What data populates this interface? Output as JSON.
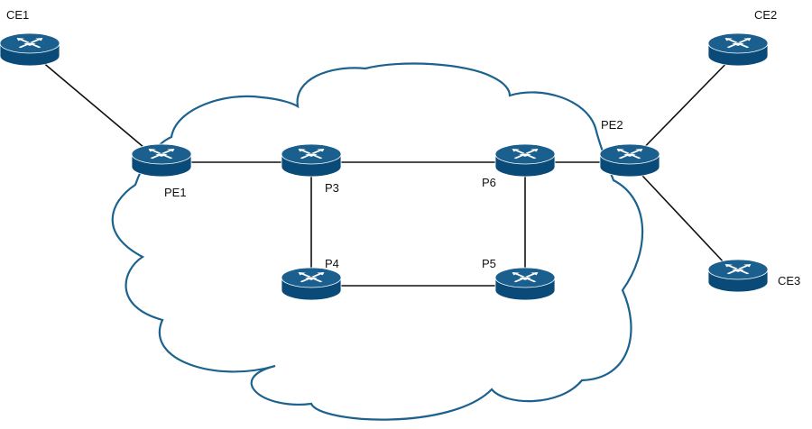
{
  "colors": {
    "router_top": "#1a5f8e",
    "router_body": "#0a4a78",
    "router_arrows": "#ffffff",
    "cloud_stroke": "#1c628f",
    "link": "#111111"
  },
  "routers": [
    {
      "id": "CE1",
      "label": "CE1",
      "role": "customer-edge"
    },
    {
      "id": "CE2",
      "label": "CE2",
      "role": "customer-edge"
    },
    {
      "id": "CE3",
      "label": "CE3",
      "role": "customer-edge"
    },
    {
      "id": "PE1",
      "label": "PE1",
      "role": "provider-edge"
    },
    {
      "id": "PE2",
      "label": "PE2",
      "role": "provider-edge"
    },
    {
      "id": "P3",
      "label": "P3",
      "role": "provider-core"
    },
    {
      "id": "P4",
      "label": "P4",
      "role": "provider-core"
    },
    {
      "id": "P5",
      "label": "P5",
      "role": "provider-core"
    },
    {
      "id": "P6",
      "label": "P6",
      "role": "provider-core"
    }
  ],
  "links": [
    [
      "CE1",
      "PE1"
    ],
    [
      "PE1",
      "P3"
    ],
    [
      "P3",
      "P6"
    ],
    [
      "P6",
      "PE2"
    ],
    [
      "PE2",
      "CE2"
    ],
    [
      "PE2",
      "CE3"
    ],
    [
      "P3",
      "P4"
    ],
    [
      "P4",
      "P5"
    ],
    [
      "P5",
      "P6"
    ]
  ]
}
